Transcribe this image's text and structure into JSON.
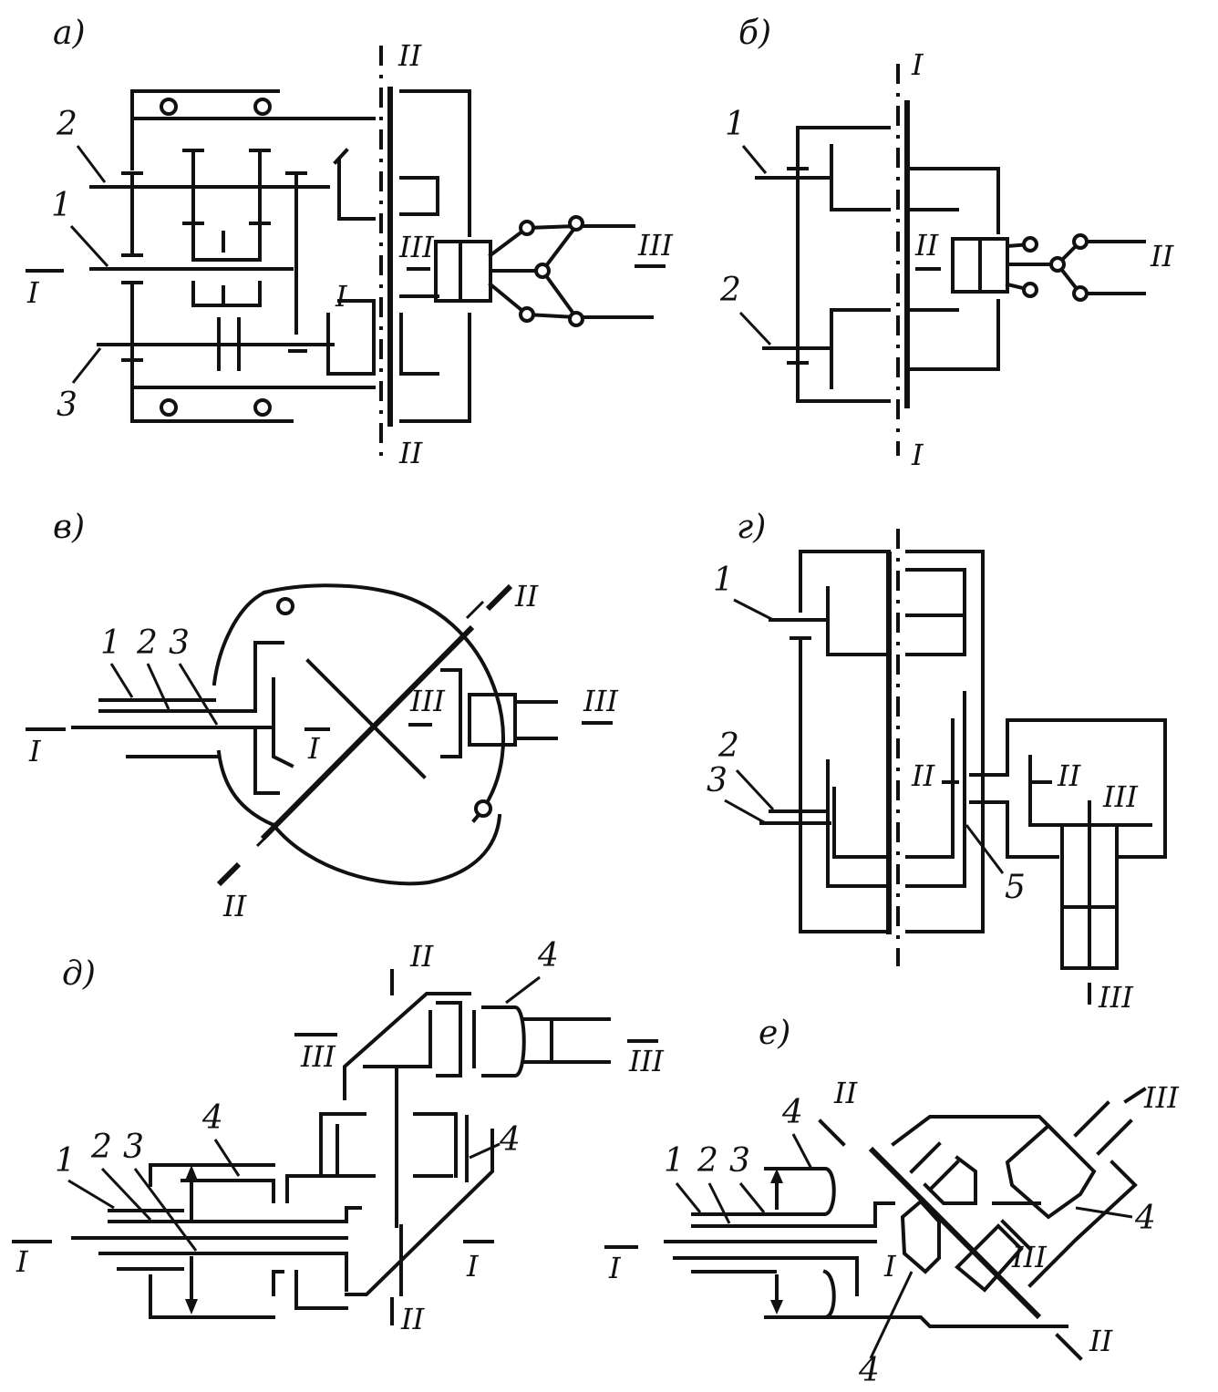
{
  "panels": {
    "a": {
      "tag": "а)",
      "numbers": [
        "2",
        "1",
        "3"
      ],
      "axes": {
        "input": "I",
        "input_inner": "I",
        "center_top": "II",
        "center_bottom": "II",
        "output": "III",
        "output_left": "III"
      }
    },
    "b": {
      "tag": "б)",
      "numbers": [
        "1",
        "2"
      ],
      "axes": {
        "center_top": "I",
        "center_bottom": "I",
        "inner": "II",
        "output": "II"
      }
    },
    "v": {
      "tag": "в)",
      "numbers": [
        "1",
        "2",
        "3"
      ],
      "axes": {
        "input": "I",
        "inner": "I",
        "diag_top": "II",
        "diag_bottom": "II",
        "output": "III",
        "output_inner": "III"
      }
    },
    "g": {
      "tag": "г)",
      "numbers": [
        "1",
        "2",
        "3",
        "5"
      ],
      "axes": {
        "left_mid": "II",
        "right_mid": "II",
        "output_right": "III",
        "output_bottom": "III"
      }
    },
    "d": {
      "tag": "д)",
      "numbers": [
        "1",
        "2",
        "3",
        "4",
        "4",
        "4"
      ],
      "axes": {
        "top": "II",
        "bottom": "II",
        "left": "III",
        "right": "III",
        "input": "I",
        "inner": "I"
      }
    },
    "e": {
      "tag": "е)",
      "numbers": [
        "1",
        "2",
        "3",
        "4",
        "4",
        "4"
      ],
      "axes": {
        "top": "II",
        "bottom": "II",
        "diag_out": "III",
        "inner_out": "III",
        "input": "I",
        "inner": "I"
      }
    }
  }
}
